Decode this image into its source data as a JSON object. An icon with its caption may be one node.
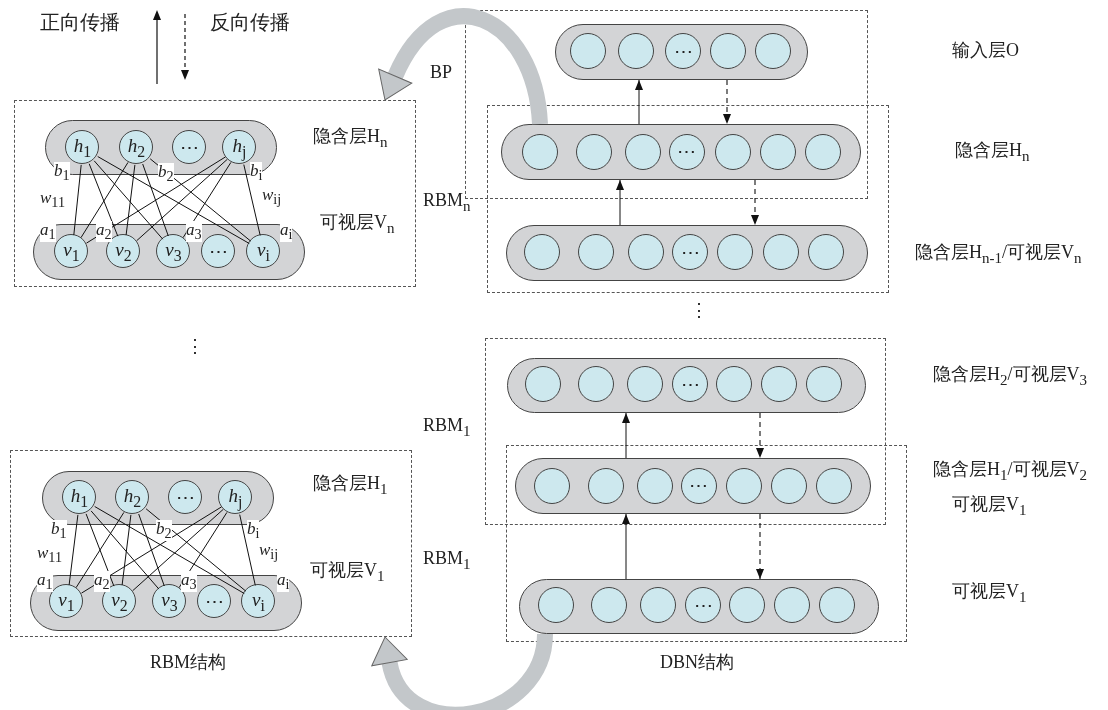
{
  "diagram": {
    "nodes": [
      {
        "text": [],
        "shape": "box"
      },
      {
        "text": [],
        "shape": "bar",
        "in": 0,
        "beside": [
          "隐含层H$_{n}$"
        ]
      },
      {
        "text": [
          "*h*$_{1}$"
        ],
        "in": 1
      },
      {
        "text": [
          "*h*$_{2}$"
        ],
        "in": 1
      },
      {
        "text": [
          "⋯"
        ],
        "in": 1
      },
      {
        "text": [
          "*h*$_{j}$"
        ],
        "in": 1
      },
      {
        "text": [],
        "shape": "bar",
        "in": 0,
        "beside": [
          "可视层V$_{n}$"
        ]
      },
      {
        "text": [
          "*v*$_{1}$"
        ],
        "in": 6
      },
      {
        "text": [
          "*v*$_{2}$"
        ],
        "in": 6
      },
      {
        "text": [
          "*v*$_{3}$"
        ],
        "in": 6
      },
      {
        "text": [
          "⋯"
        ],
        "in": 6
      },
      {
        "text": [
          "*v*$_{i}$"
        ],
        "in": 6
      },
      {
        "text": [],
        "shape": "box"
      },
      {
        "text": [],
        "shape": "bar",
        "in": 12,
        "beside": [
          "隐含层H$_{1}$"
        ]
      },
      {
        "text": [
          "*h*$_{1}$"
        ],
        "in": 13
      },
      {
        "text": [
          "*h*$_{2}$"
        ],
        "in": 13
      },
      {
        "text": [
          "⋯"
        ],
        "in": 13
      },
      {
        "text": [
          "*h*$_{j}$"
        ],
        "in": 13
      },
      {
        "text": [],
        "shape": "bar",
        "in": 12,
        "beside": [
          "可视层V$_{1}$"
        ]
      },
      {
        "text": [
          "*v*$_{1}$"
        ],
        "in": 18
      },
      {
        "text": [
          "*v*$_{2}$"
        ],
        "in": 18
      },
      {
        "text": [
          "*v*$_{3}$"
        ],
        "in": 18
      },
      {
        "text": [
          "⋯"
        ],
        "in": 18
      },
      {
        "text": [
          "*v*$_{i}$"
        ],
        "in": 18
      },
      {
        "text": [],
        "shape": "box"
      },
      {
        "text": [],
        "shape": "bar",
        "in": 24
      },
      {
        "text": [],
        "shape": "circle",
        "in": 25
      },
      {
        "text": [],
        "shape": "circle",
        "in": 25
      },
      {
        "text": [
          "⋯"
        ],
        "in": 25
      },
      {
        "text": [],
        "shape": "circle",
        "in": 25
      },
      {
        "text": [],
        "shape": "circle",
        "in": 25
      },
      {
        "text": [],
        "shape": "box",
        "beside": [
          "RBM$_{n}$"
        ]
      },
      {
        "text": [],
        "shape": "bar"
      },
      {
        "text": [],
        "shape": "circle",
        "in": 32
      },
      {
        "text": [],
        "shape": "circle",
        "in": 32
      },
      {
        "text": [],
        "shape": "circle",
        "in": 32
      },
      {
        "text": [
          "⋯"
        ],
        "in": 32
      },
      {
        "text": [],
        "shape": "circle",
        "in": 32
      },
      {
        "text": [],
        "shape": "circle",
        "in": 32
      },
      {
        "text": [],
        "shape": "circle",
        "in": 32
      },
      {
        "text": [],
        "shape": "bar",
        "in": 31
      },
      {
        "text": [],
        "shape": "circle",
        "in": 40
      },
      {
        "text": [],
        "shape": "circle",
        "in": 40
      },
      {
        "text": [],
        "shape": "circle",
        "in": 40
      },
      {
        "text": [
          "⋯"
        ],
        "in": 40
      },
      {
        "text": [],
        "shape": "circle",
        "in": 40
      },
      {
        "text": [],
        "shape": "circle",
        "in": 40
      },
      {
        "text": [],
        "shape": "circle",
        "in": 40
      },
      {
        "text": [],
        "shape": "box",
        "beside": [
          "RBM$_{1}$"
        ]
      },
      {
        "text": [],
        "shape": "bar",
        "in": 48
      },
      {
        "text": [],
        "shape": "circle",
        "in": 49
      },
      {
        "text": [],
        "shape": "circle",
        "in": 49
      },
      {
        "text": [],
        "shape": "circle",
        "in": 49
      },
      {
        "text": [
          "⋯"
        ],
        "in": 49
      },
      {
        "text": [],
        "shape": "circle",
        "in": 49
      },
      {
        "text": [],
        "shape": "circle",
        "in": 49
      },
      {
        "text": [],
        "shape": "circle",
        "in": 49
      },
      {
        "text": [],
        "shape": "box",
        "beside": [
          "RBM$_{1}$"
        ]
      },
      {
        "text": [],
        "shape": "bar"
      },
      {
        "text": [],
        "shape": "circle",
        "in": 58
      },
      {
        "text": [],
        "shape": "circle",
        "in": 58
      },
      {
        "text": [],
        "shape": "circle",
        "in": 58
      },
      {
        "text": [
          "⋯"
        ],
        "in": 58
      },
      {
        "text": [],
        "shape": "circle",
        "in": 58
      },
      {
        "text": [],
        "shape": "circle",
        "in": 58
      },
      {
        "text": [],
        "shape": "circle",
        "in": 58
      },
      {
        "text": [],
        "shape": "bar",
        "in": 57
      },
      {
        "text": [],
        "shape": "circle",
        "in": 66
      },
      {
        "text": [],
        "shape": "circle",
        "in": 66
      },
      {
        "text": [],
        "shape": "circle",
        "in": 66
      },
      {
        "text": [
          "⋯"
        ],
        "in": 66
      },
      {
        "text": [],
        "shape": "circle",
        "in": 66
      },
      {
        "text": [],
        "shape": "circle",
        "in": 66
      },
      {
        "text": [],
        "shape": "circle",
        "in": 66
      }
    ],
    "edges": [
      {
        "from": 2,
        "to": 7,
        "arrow": "none"
      },
      {
        "from": 2,
        "to": 8,
        "arrow": "none"
      },
      {
        "from": 2,
        "to": 9,
        "arrow": "none"
      },
      {
        "from": 2,
        "to": 11,
        "arrow": "none"
      },
      {
        "from": 3,
        "to": 7,
        "arrow": "none"
      },
      {
        "from": 3,
        "to": 8,
        "arrow": "none"
      },
      {
        "from": 3,
        "to": 9,
        "arrow": "none"
      },
      {
        "from": 3,
        "to": 11,
        "arrow": "none"
      },
      {
        "from": 5,
        "to": 7,
        "arrow": "none"
      },
      {
        "from": 5,
        "to": 8,
        "arrow": "none"
      },
      {
        "from": 5,
        "to": 9,
        "arrow": "none"
      },
      {
        "from": 5,
        "to": 11,
        "arrow": "none"
      },
      {
        "from": 14,
        "to": 19,
        "arrow": "none"
      },
      {
        "from": 14,
        "to": 20,
        "arrow": "none"
      },
      {
        "from": 14,
        "to": 21,
        "arrow": "none"
      },
      {
        "from": 14,
        "to": 23,
        "arrow": "none"
      },
      {
        "from": 15,
        "to": 19,
        "arrow": "none"
      },
      {
        "from": 15,
        "to": 20,
        "arrow": "none"
      },
      {
        "from": 15,
        "to": 21,
        "arrow": "none"
      },
      {
        "from": 15,
        "to": 23,
        "arrow": "none"
      },
      {
        "from": 17,
        "to": 19,
        "arrow": "none"
      },
      {
        "from": 17,
        "to": 20,
        "arrow": "none"
      },
      {
        "from": 17,
        "to": 21,
        "arrow": "none"
      },
      {
        "from": 17,
        "to": 23,
        "arrow": "none"
      },
      {
        "from": 32,
        "to": 25,
        "arrow": "to"
      },
      {
        "from": 25,
        "to": 32,
        "arrow": "to",
        "style": "dashed"
      },
      {
        "from": 40,
        "to": 32,
        "arrow": "to"
      },
      {
        "from": 32,
        "to": 40,
        "arrow": "to",
        "style": "dashed"
      },
      {
        "from": 58,
        "to": 49,
        "arrow": "to"
      },
      {
        "from": 49,
        "to": 58,
        "arrow": "to",
        "style": "dashed"
      },
      {
        "from": 66,
        "to": 58,
        "arrow": "to"
      },
      {
        "from": 58,
        "to": 66,
        "arrow": "to",
        "style": "dashed"
      },
      {
        "from": 32,
        "to": 0,
        "arrow": "to",
        "label": "BP",
        "style": "thick",
        "color": "#c3c7ca"
      },
      {
        "from": 66,
        "to": 12,
        "arrow": "to",
        "style": "thick",
        "color": "#c3c7ca"
      }
    ],
    "labels": [
      "输入层O",
      "隐含层H$_{n}$",
      "*b*$_{1}$",
      "*b*$_{2}$",
      "*b*$_{i}$",
      "*w*$_{11}$",
      "*w*$_{ij}$",
      "*a*$_{1}$",
      "*a*$_{2}$",
      "*a*$_{3}$",
      "*a*$_{i}$",
      "隐含层H$_{n-1}$/可视层V$_{n}$",
      "⋮",
      "⋮",
      "隐含层H$_{2}$/可视层V$_{3}$",
      "隐含层H$_{1}$/可视层V$_{2}$",
      "可视层V$_{1}$",
      "*b*$_{1}$",
      "*b*$_{2}$",
      "*b*$_{i}$",
      "*w*$_{11}$",
      "*w*$_{ij}$",
      "*a*$_{1}$",
      "*a*$_{2}$",
      "*a*$_{3}$",
      "*a*$_{i}$",
      "可视层V$_{1}$",
      "RBM结构",
      "DBN结构"
    ],
    "legend": [
      {
        "text": "正向传播"
      },
      {
        "text": "反向传播"
      }
    ]
  }
}
